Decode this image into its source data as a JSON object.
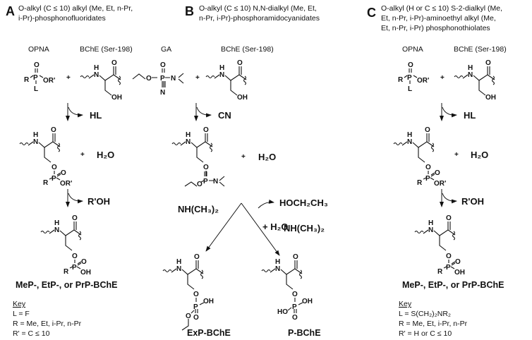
{
  "panels": {
    "A": {
      "letter": "A",
      "desc_line1": "O-alkyl (C ≤ 10) alkyl (Me, Et, n-Pr,",
      "desc_line2": "i-Pr)-phosphonofluoridates",
      "reactant_label": "OPNA",
      "enzyme_label": "BChE (Ser-198)",
      "leaving_group": "HL",
      "water": "H₂O",
      "second_leaving": "R'OH",
      "product_name": "MeP-, EtP-, or PrP-BChE",
      "key_title": "Key",
      "key_lines": [
        "L = F",
        "R = Me, Et, i-Pr, n-Pr",
        "R' = C ≤ 10"
      ]
    },
    "B": {
      "letter": "B",
      "desc_line1": "O-alkyl (C ≤ 10) N,N-dialkyl (Me, Et,",
      "desc_line2": "n-Pr, i-Pr)-phosphoramidocyanidates",
      "reactant_label": "GA",
      "enzyme_label": "BChE (Ser-198)",
      "leaving_group": "CN",
      "water": "H₂O",
      "left_branch_leaving": "NH(CH₃)₂",
      "right_branch_leaving1": "HOCH₂CH₃",
      "right_branch_water": "+ H₂O",
      "right_branch_leaving2": "NH(CH₃)₂",
      "product_left": "ExP-BChE",
      "product_right": "P-BChE"
    },
    "C": {
      "letter": "C",
      "desc_line1": "O-alkyl (H or C ≤ 10) S-2-dialkyl (Me,",
      "desc_line2": "Et, n-Pr, i-Pr)-aminoethyl alkyl (Me,",
      "desc_line3": "Et, n-Pr, i-Pr) phosphonothiolates",
      "reactant_label": "OPNA",
      "enzyme_label": "BChE (Ser-198)",
      "leaving_group": "HL",
      "water": "H₂O",
      "second_leaving": "R'OH",
      "product_name": "MeP-, EtP-, or PrP-BChE",
      "key_title": "Key",
      "key_lines": [
        "L = S(CH₂)₂NR₂",
        "R = Me, Et, i-Pr, n-Pr",
        "R' = H or C ≤ 10"
      ]
    }
  },
  "atoms": {
    "P": "P",
    "O": "O",
    "N": "N",
    "H": "H",
    "R": "R",
    "L": "L",
    "OR": "OR'",
    "OH": "OH",
    "HO": "HO",
    "plus": "+",
    "Nc": "N"
  }
}
